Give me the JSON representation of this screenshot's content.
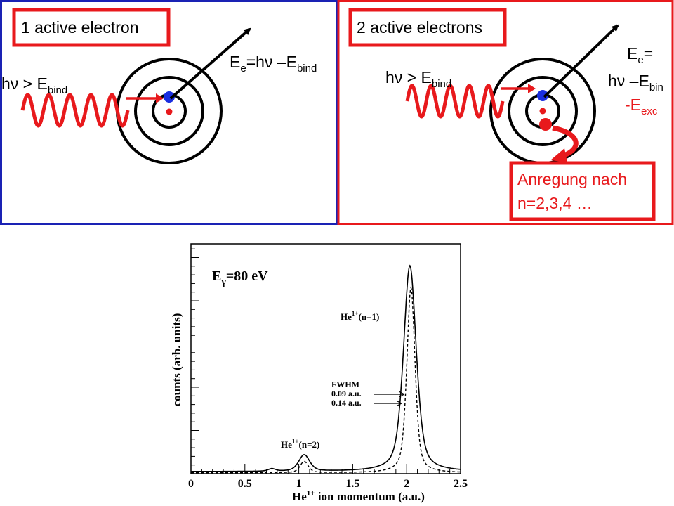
{
  "colors": {
    "panel_left_border": "#1a22b4",
    "panel_right_border": "#e8191c",
    "label_box_border": "#e8191c",
    "wave": "#e8191c",
    "electron_active": "#1a2ee0",
    "electron_excited": "#e8191c",
    "nucleus": "#e8191c",
    "text_black": "#000000",
    "text_red": "#e8191c"
  },
  "left_panel": {
    "title": "1 active electron",
    "photon_label": {
      "main": "hν > E",
      "sub": "bind"
    },
    "energy_label": {
      "e": "E",
      "e_sub": "e",
      "rest": "=hν –E",
      "bind_sub": "bind"
    }
  },
  "right_panel": {
    "title": "2 active electrons",
    "photon_label": {
      "main": "hν > E",
      "sub": "bind"
    },
    "energy_label": {
      "line1_e": "E",
      "line1_sub": "e",
      "line1_rest": "=",
      "line2_main": "hν –E",
      "line2_sub": "bin",
      "line3_main": "-E",
      "line3_sub": "exc"
    },
    "excitation_box": {
      "line1": "Anregung nach",
      "line2": "n=2,3,4 …"
    }
  },
  "chart_data": {
    "type": "line",
    "title_main": "E",
    "title_sub": "γ",
    "title_rest": "=80 eV",
    "xlabel_main": "He",
    "xlabel_sup": "1+",
    "xlabel_rest": " ion momentum (a.u.)",
    "ylabel": "counts (arb. units)",
    "xlim": [
      0,
      2.5
    ],
    "x_ticks": [
      "0",
      "0.5",
      "1",
      "1.5",
      "2",
      "2.5"
    ],
    "annotations": {
      "peak1_main": "He",
      "peak1_sup": "1+",
      "peak1_rest": "(n=1)",
      "peak2_main": "He",
      "peak2_sup": "1+",
      "peak2_rest": "(n=2)",
      "fwhm_title": "FWHM",
      "fwhm_1": "0.09 a.u.",
      "fwhm_2": "0.14 a.u."
    },
    "series": [
      {
        "style": "solid",
        "peaks": [
          {
            "center": 2.03,
            "fwhm": 0.14,
            "height": 1.0
          },
          {
            "center": 1.05,
            "fwhm": 0.12,
            "height": 0.08
          },
          {
            "center": 0.75,
            "fwhm": 0.08,
            "height": 0.012
          }
        ],
        "baseline": 0.01
      },
      {
        "style": "dashed",
        "peaks": [
          {
            "center": 2.04,
            "fwhm": 0.09,
            "height": 0.9
          },
          {
            "center": 1.05,
            "fwhm": 0.09,
            "height": 0.055
          }
        ],
        "baseline": 0.004
      }
    ]
  }
}
